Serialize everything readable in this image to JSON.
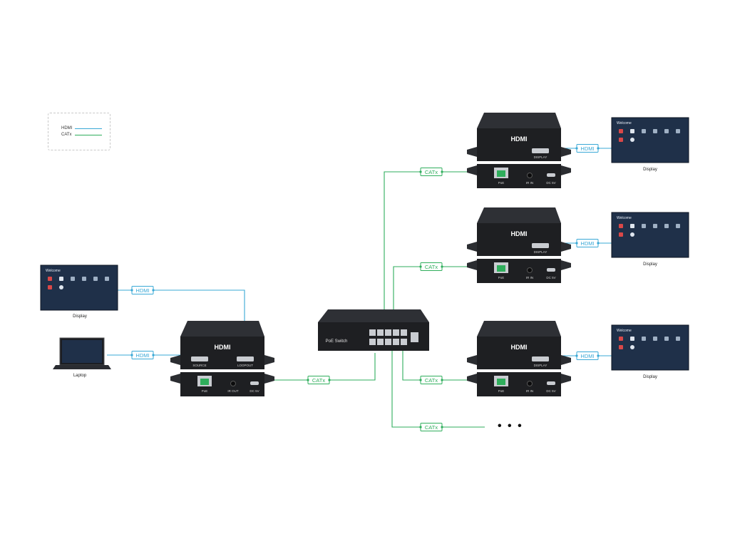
{
  "legend": {
    "hdmi_label": "HDMI",
    "catx_label": "CATx"
  },
  "colors": {
    "hdmi": "#39a8d6",
    "catx": "#2fae5c",
    "device": "#1e1f22",
    "screen": "#1f3049"
  },
  "labels": {
    "hdmi_tag": "HDMI",
    "catx_tag": "CATx",
    "display": "Display",
    "laptop": "Laptop",
    "poe_switch": "PoE Switch",
    "hdmi_logo": "HDMI",
    "source_port": "SOURCE",
    "loopout_port": "LOOPOUT",
    "display_port": "DISPLAY",
    "poe": "PoE",
    "ir_out": "IR OUT",
    "ir_in": "IR IN",
    "dc5v": "DC 5V",
    "more": "• • •"
  },
  "screen_text": {
    "welcome": "Welcome"
  }
}
